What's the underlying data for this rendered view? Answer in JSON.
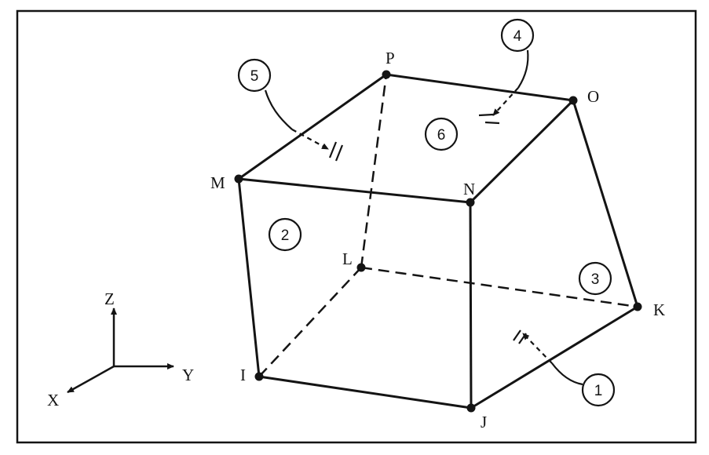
{
  "vertices": {
    "I": "I",
    "J": "J",
    "K": "K",
    "L": "L",
    "M": "M",
    "N": "N",
    "O": "O",
    "P": "P"
  },
  "axes": {
    "x": "X",
    "y": "Y",
    "z": "Z"
  },
  "faces": [
    "1",
    "2",
    "3",
    "4",
    "5",
    "6"
  ],
  "colors": {
    "ink": "#141414",
    "background": "#ffffff"
  }
}
